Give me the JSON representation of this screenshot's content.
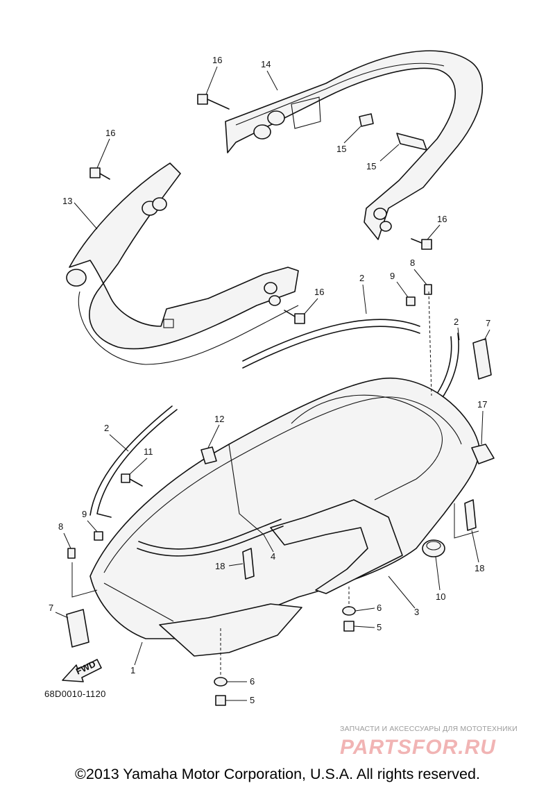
{
  "diagram": {
    "callouts": [
      "1",
      "2",
      "3",
      "4",
      "5",
      "6",
      "7",
      "8",
      "9",
      "10",
      "11",
      "12",
      "13",
      "14",
      "15",
      "16",
      "17",
      "18"
    ],
    "fwd_label": "FWD",
    "code": "68D0010-1120"
  },
  "watermark": {
    "text": "ЗАПЧАСТИ И АКСЕССУАРЫ ДЛЯ МОТОТЕХНИКИ",
    "logo": "PARTSFOR.RU"
  },
  "footer": {
    "copyright": "©2013 Yamaha Motor Corporation, U.S.A. All rights reserved."
  },
  "colors": {
    "line": "#111111",
    "watermark_logo": "#f1b4b4",
    "watermark_text": "#9b9b9b"
  }
}
